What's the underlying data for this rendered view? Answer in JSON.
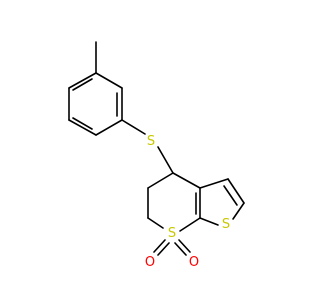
{
  "atom_colors": {
    "sulfur": "#c8c800",
    "oxygen": "#ff0000",
    "carbon": "#000000"
  },
  "atoms": {
    "thioether_s": "S",
    "thiophene_s": "S",
    "sulfonyl_s": "S",
    "oxygen_left": "O",
    "oxygen_right": "O"
  }
}
